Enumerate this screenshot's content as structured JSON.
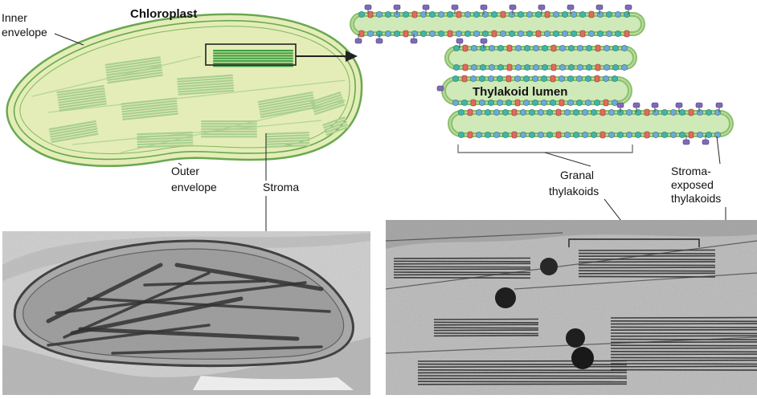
{
  "labels": {
    "chloroplast": "Chloroplast",
    "inner_envelope_line1": "Inner",
    "inner_envelope_line2": "envelope",
    "outer_envelope_line1": "Outer",
    "outer_envelope_line2": "envelope",
    "stroma": "Stroma",
    "thylakoid_lumen": "Thylakoid lumen",
    "granal_line1": "Granal",
    "granal_line2": "thylakoids",
    "stroma_exposed_line1": "Stroma-",
    "stroma_exposed_line2": "exposed",
    "stroma_exposed_line3": "thylakoids"
  },
  "colors": {
    "chloroplast_fill": "#e4edb8",
    "envelope_stroke": "#6aa84f",
    "granum_fill": "#a9cf8f",
    "thylakoid_membrane": "#8cbf6a",
    "lumen_fill": "#cfe9b8",
    "protein_purple": "#7e6bb5",
    "protein_teal": "#3fb6a8",
    "protein_red": "#e06b5c",
    "protein_blue": "#6fa8dc",
    "micrograph_bg": "#c9c9c9",
    "micrograph_dark": "#2b2b2b"
  }
}
